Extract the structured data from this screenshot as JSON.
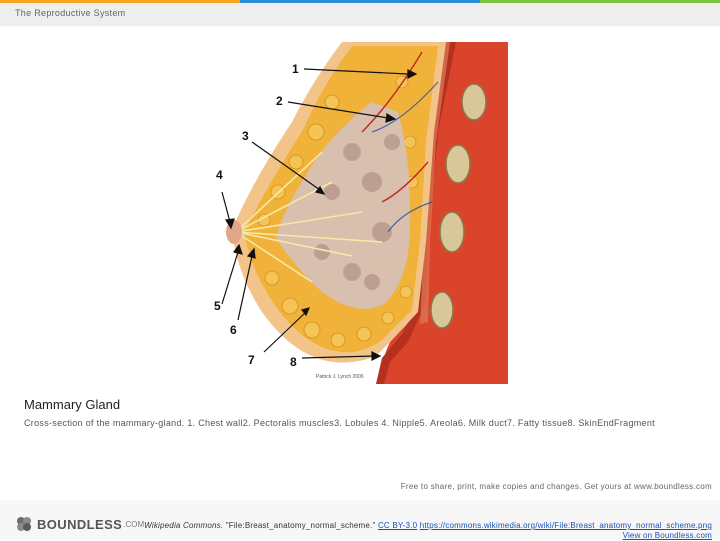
{
  "header": {
    "section_title": "The Reproductive System"
  },
  "figure": {
    "numbers": [
      "1",
      "2",
      "3",
      "4",
      "5",
      "6",
      "7",
      "8"
    ],
    "credit": "Patrick J. Lynch 2006"
  },
  "caption": {
    "title": "Mammary Gland",
    "text": "Cross-section of the mammary-gland. 1. Chest wall2. Pectoralis muscles3. Lobules  4. Nipple5. Areola6. Milk duct7. Fatty tissue8. SkinEndFragment"
  },
  "footer": {
    "logo_word": "BOUNDLESS",
    "logo_suffix": ".COM",
    "share_text": "Free to share, print, make copies and changes. Get yours at www.boundless.com",
    "source_italic": "Wikipedia Commons.",
    "source_file": " \"File:Breast_anatomy_normal_scheme.\" ",
    "license": "CC BY-3.0",
    "url": "https://commons.wikimedia.org/wiki/File:Breast_anatomy_normal_scheme.png",
    "view_on": " View on Boundless.com"
  },
  "colors": {
    "orange": "#f5a623",
    "blue": "#2b8fd6",
    "green": "#7cc242"
  }
}
